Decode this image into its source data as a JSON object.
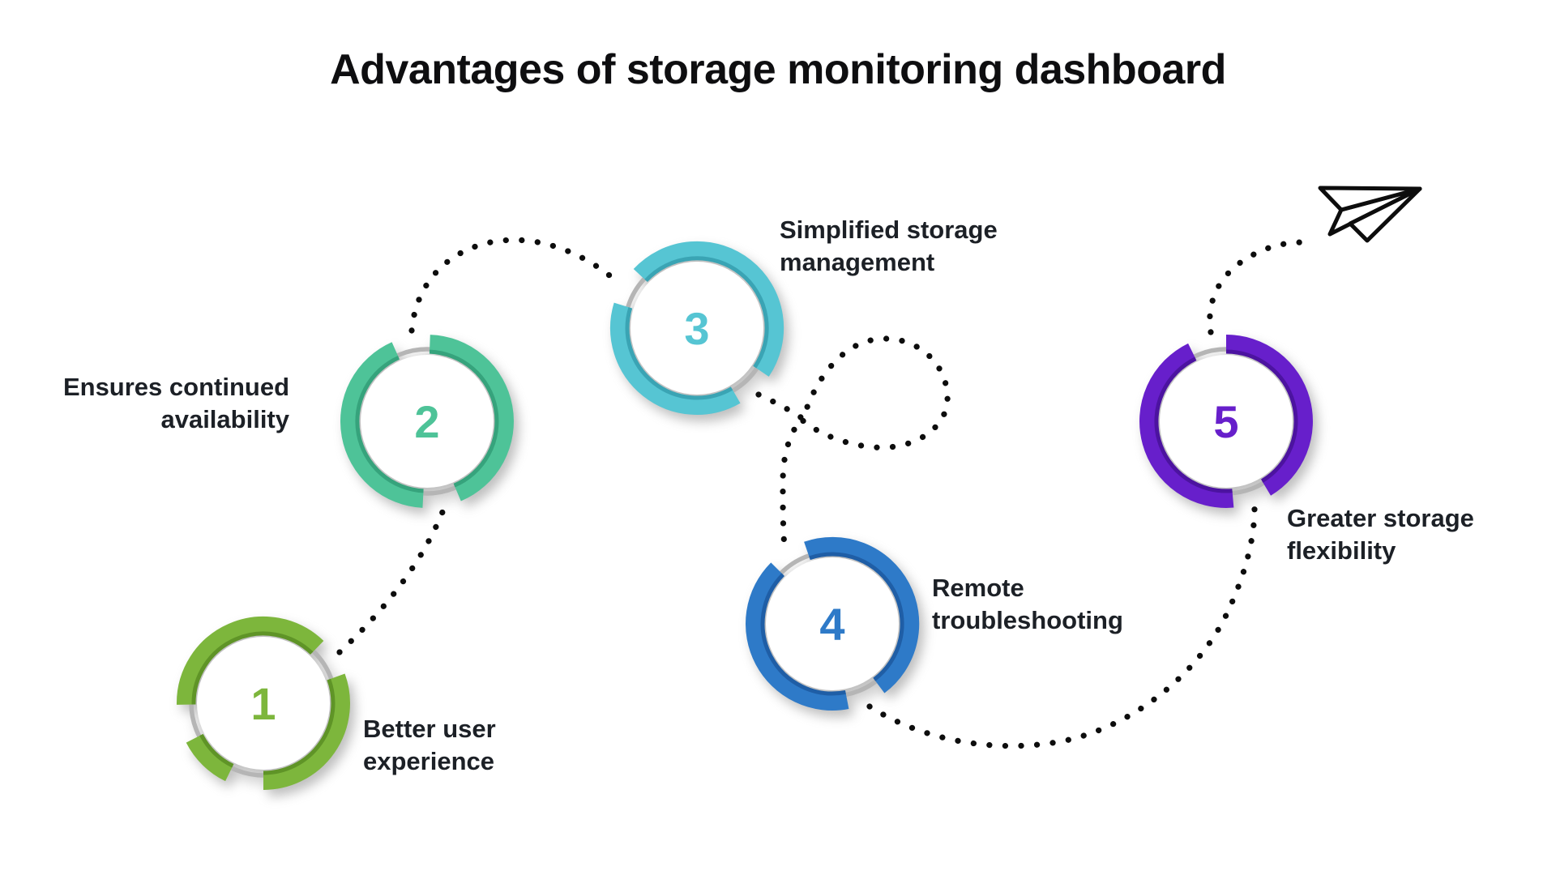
{
  "title": "Advantages of storage monitoring dashboard",
  "badges": [
    {
      "number": "1",
      "label": "Better user experience",
      "color": "#7db63c",
      "color_dark": "#5f9427"
    },
    {
      "number": "2",
      "label": "Ensures continued availability",
      "color": "#4ec398",
      "color_dark": "#36a37c"
    },
    {
      "number": "3",
      "label": "Simplified storage management",
      "color": "#56c5d3",
      "color_dark": "#3aa4b4"
    },
    {
      "number": "4",
      "label": "Remote troubleshooting",
      "color": "#2e7ac8",
      "color_dark": "#1f5ea6"
    },
    {
      "number": "5",
      "label": "Greater storage flexibility",
      "color": "#671fcb",
      "color_dark": "#4c13a0"
    }
  ],
  "path_color": "#0d0d0d",
  "icons": {
    "end_marker": "paper-plane-icon"
  }
}
